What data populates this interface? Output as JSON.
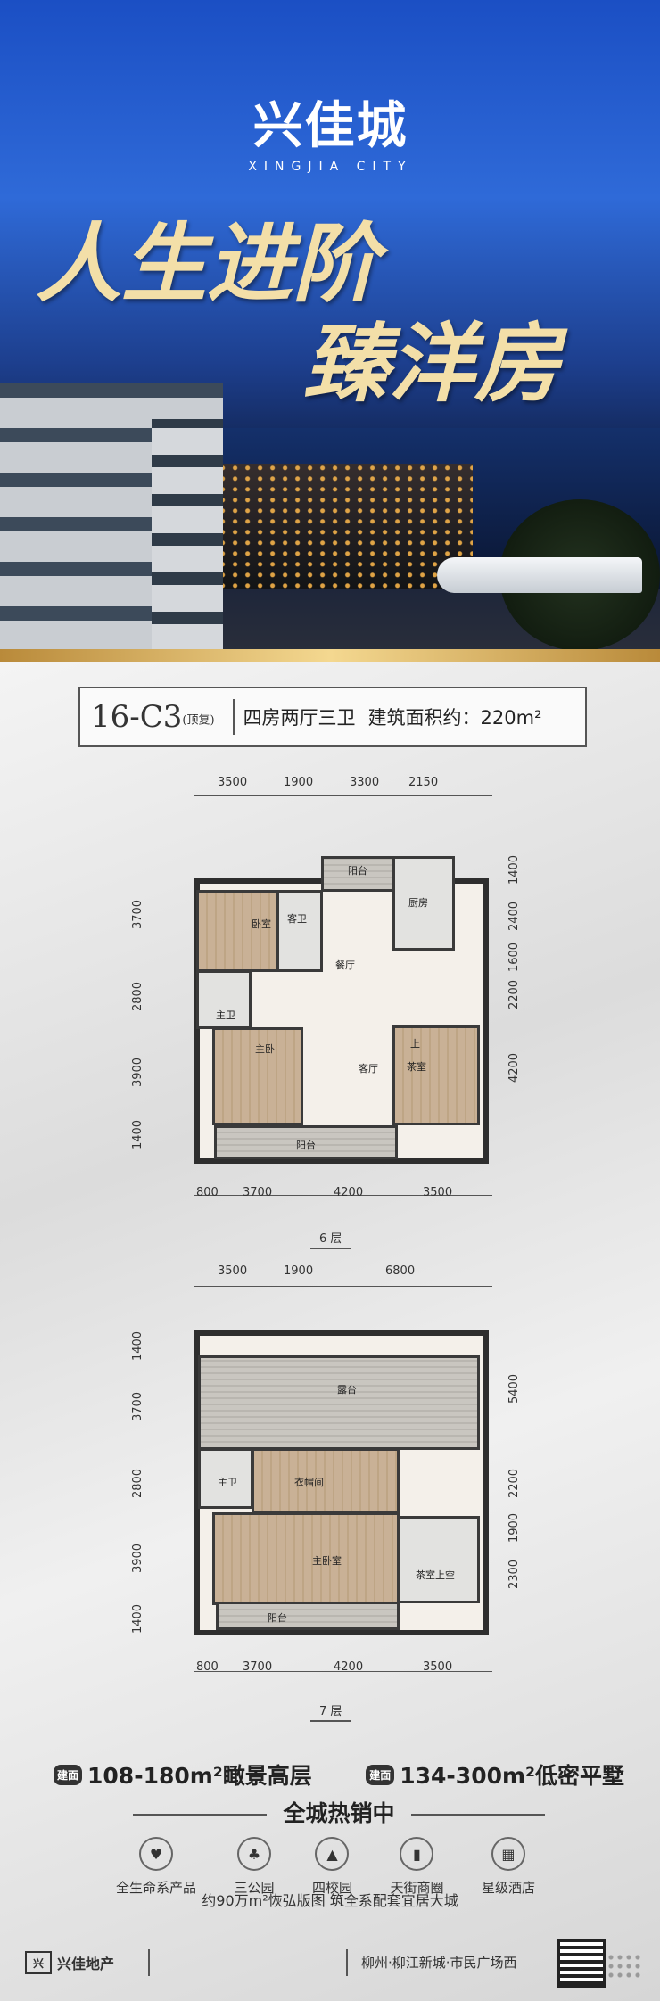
{
  "hero": {
    "brand_cn": "兴佳城",
    "brand_en": "XINGJIA CITY",
    "slogan_line1": "人生进阶",
    "slogan_line2": "臻洋房"
  },
  "unit": {
    "code": "16-C3",
    "tag": "(顶复)",
    "layout": "四房两厅三卫",
    "area_label": "建筑面积约：220m²"
  },
  "plan6": {
    "top_dims": [
      "3500",
      "1900",
      "3300",
      "2150"
    ],
    "bottom_dims": [
      "800",
      "3700",
      "4200",
      "3500"
    ],
    "left_dims": [
      "3700",
      "2800",
      "3900",
      "1400"
    ],
    "right_dims": [
      "1400",
      "2400",
      "1600",
      "2200",
      "4200"
    ],
    "rooms": [
      "卧室",
      "客卫",
      "阳台",
      "厨房",
      "餐厅",
      "主卫",
      "主卧",
      "客厅",
      "茶室",
      "阳台",
      "上"
    ],
    "floor_label": "6 层"
  },
  "plan7": {
    "top_dims": [
      "3500",
      "1900",
      "6800"
    ],
    "bottom_dims": [
      "800",
      "3700",
      "4200",
      "3500"
    ],
    "left_dims": [
      "1400",
      "3700",
      "2800",
      "3900",
      "1400"
    ],
    "right_dims": [
      "5400",
      "2200",
      "1900",
      "2300"
    ],
    "rooms": [
      "露台",
      "主卫",
      "衣帽间",
      "主卧室",
      "茶室上空",
      "阳台"
    ],
    "floor_label": "7 层"
  },
  "info": {
    "left_tag": "建面",
    "left_text": "108-180m²瞰景高层",
    "right_tag": "建面",
    "right_text": "134-300m²低密平墅",
    "hot": "全城热销中"
  },
  "features": [
    {
      "icon": "heart-icon",
      "glyph": "♥",
      "label": "全生命系产品"
    },
    {
      "icon": "park-icon",
      "glyph": "♣",
      "label": "三公园"
    },
    {
      "icon": "school-icon",
      "glyph": "▲",
      "label": "四校园"
    },
    {
      "icon": "shopping-icon",
      "glyph": "▮",
      "label": "天街商圈"
    },
    {
      "icon": "hotel-icon",
      "glyph": "▦",
      "label": "星级酒店"
    }
  ],
  "tagline": "约90万m²恢弘版图 筑全系配套宜居大城",
  "footer": {
    "brand": "兴佳地产",
    "brand_box": "兴",
    "address": "柳州·柳江新城·市民广场西"
  },
  "colors": {
    "hero_blue": "#1b4fc4",
    "gold": "#f3dfa8",
    "gold_bar": "#d8b46a"
  }
}
